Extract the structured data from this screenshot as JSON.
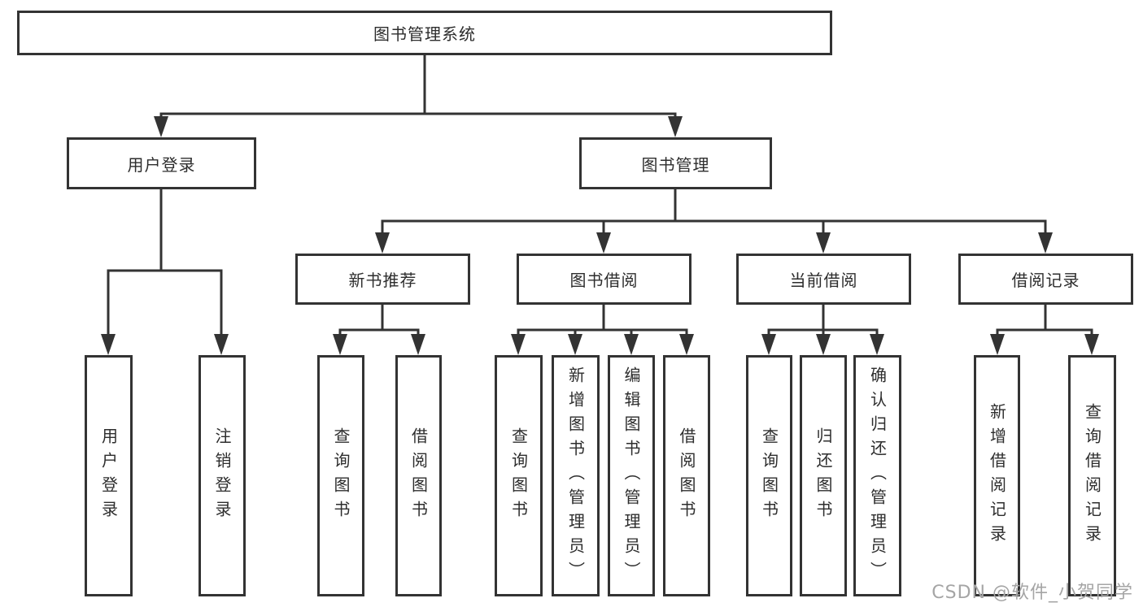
{
  "diagram": {
    "type": "tree-diagram",
    "watermark": "CSDN @软件_小贺同学",
    "colors": {
      "line": "#333333",
      "text": "#2d2d2d",
      "background": "#ffffff",
      "watermark": "#a5a5a5"
    },
    "tree": {
      "label": "图书管理系统",
      "children": [
        {
          "label": "用户登录",
          "children": [
            {
              "label": "用户登录"
            },
            {
              "label": "注销登录"
            }
          ]
        },
        {
          "label": "图书管理",
          "children": [
            {
              "label": "新书推荐",
              "children": [
                {
                  "label": "查询图书"
                },
                {
                  "label": "借阅图书"
                }
              ]
            },
            {
              "label": "图书借阅",
              "children": [
                {
                  "label": "查询图书"
                },
                {
                  "label": "新增图书（管理员）"
                },
                {
                  "label": "编辑图书（管理员）"
                },
                {
                  "label": "借阅图书"
                }
              ]
            },
            {
              "label": "当前借阅",
              "children": [
                {
                  "label": "查询图书"
                },
                {
                  "label": "归还图书"
                },
                {
                  "label": "确认归还（管理员）"
                }
              ]
            },
            {
              "label": "借阅记录",
              "children": [
                {
                  "label": "新增借阅记录"
                },
                {
                  "label": "查询借阅记录"
                }
              ]
            }
          ]
        }
      ]
    }
  }
}
